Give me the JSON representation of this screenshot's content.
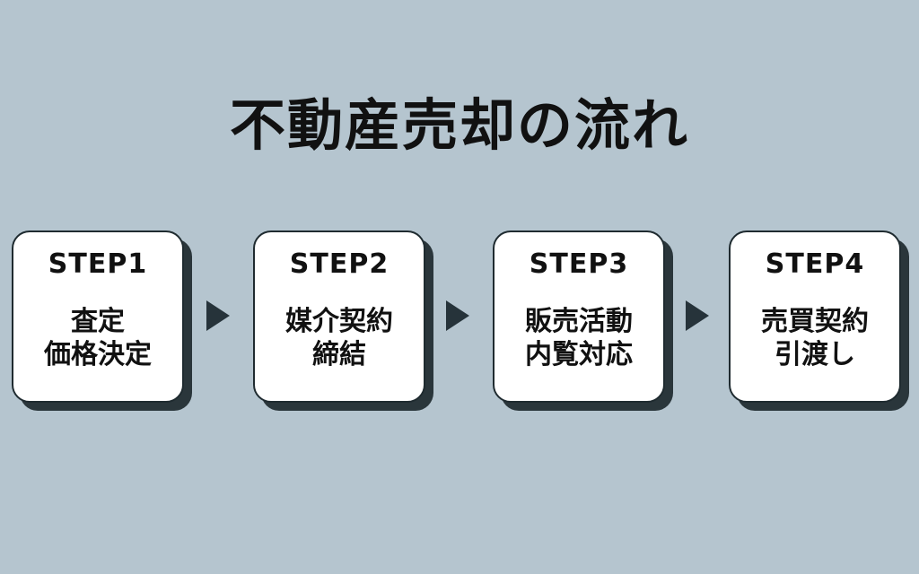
{
  "title": "不動産売却の流れ",
  "steps": [
    {
      "label": "STEP1",
      "lines": [
        "査定",
        "価格決定"
      ]
    },
    {
      "label": "STEP2",
      "lines": [
        "媒介契約",
        "締結"
      ]
    },
    {
      "label": "STEP3",
      "lines": [
        "販売活動",
        "内覧対応"
      ]
    },
    {
      "label": "STEP4",
      "lines": [
        "売買契約",
        "引渡し"
      ]
    }
  ],
  "colors": {
    "background": "#b5c5cf",
    "card": "#ffffff",
    "shadow": "#2a363b",
    "arrow": "#26333a",
    "text": "#111111"
  }
}
